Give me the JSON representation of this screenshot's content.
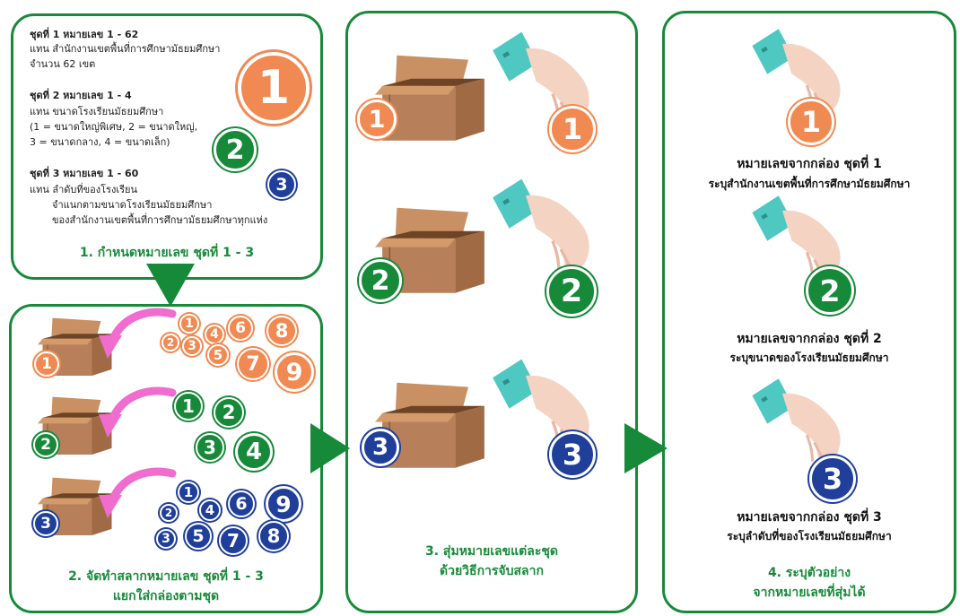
{
  "colors": {
    "green": "#178a3a",
    "orange": "#f08a52",
    "blue": "#1f3f9a",
    "box": "#b7805a",
    "arrow_pink": "#f06ccf",
    "cuff": "#4fc8c2",
    "skin": "#f5d3c3"
  },
  "step1": {
    "set1_title": "ชุดที่ 1  หมายเลข 1 - 62",
    "set1_line1": "แทน สำนักงานเขตพื้นที่การศึกษามัธยมศึกษา",
    "set1_line2": "จำนวน 62 เขต",
    "set2_title": "ชุดที่ 2 หมายเลข 1 - 4",
    "set2_line1": "แทน ขนาดโรงเรียนมัธยมศึกษา",
    "set2_line2": " (1 = ขนาดใหญ่พิเศษ, 2 = ขนาดใหญ่,",
    "set2_line3": "  3 = ขนาดกลาง, 4 = ขนาดเล็ก)",
    "set3_title": "ชุดที่ 3 หมายเลข 1 - 60",
    "set3_line1": "แทน ลำดับที่ของโรงเรียน",
    "set3_line2": "จำแนกตามขนาดโรงเรียนมัธยมศึกษา",
    "set3_line3": "ของสำนักงานเขตพื้นที่การศึกษามัธยมศึกษาทุกแห่ง",
    "caption": "1. กำหนดหมายเลข ชุดที่ 1 - 3",
    "coin1": "1",
    "coin2": "2",
    "coin3": "3"
  },
  "step2": {
    "caption_line1": "2. จัดทำสลากหมายเลข ชุดที่ 1 - 3",
    "caption_line2": "แยกใส่กล่องตามชุด",
    "box_labels": [
      "1",
      "2",
      "3"
    ],
    "orange_numbers": [
      "1",
      "2",
      "3",
      "4",
      "6",
      "8",
      "5",
      "7",
      "9"
    ],
    "green_numbers": [
      "1",
      "2",
      "3",
      "4"
    ],
    "blue_numbers": [
      "1",
      "2",
      "4",
      "6",
      "9",
      "3",
      "5",
      "7",
      "8"
    ]
  },
  "step3": {
    "caption_line1": "3. สุ่มหมายเลขแต่ละชุด",
    "caption_line2": "ด้วยวิธีการจับสลาก",
    "box_labels": [
      "1",
      "2",
      "3"
    ],
    "drawn": [
      "1",
      "2",
      "3"
    ]
  },
  "step4": {
    "drawn": [
      "1",
      "2",
      "3"
    ],
    "result1_title": "หมายเลขจากกล่อง ชุดที่ 1",
    "result1_desc": "ระบุสำนักงานเขตพื้นที่การศึกษามัธยมศึกษา",
    "result2_title": "หมายเลขจากกล่อง ชุดที่ 2",
    "result2_desc": "ระบุขนาดของโรงเรียนมัธยมศึกษา",
    "result3_title": "หมายเลขจากกล่อง ชุดที่ 3",
    "result3_desc": "ระบุลำดับที่ของโรงเรียนมัธยมศึกษา",
    "caption_line1": "4. ระบุตัวอย่าง",
    "caption_line2": "จากหมายเลขที่สุ่มได้"
  }
}
